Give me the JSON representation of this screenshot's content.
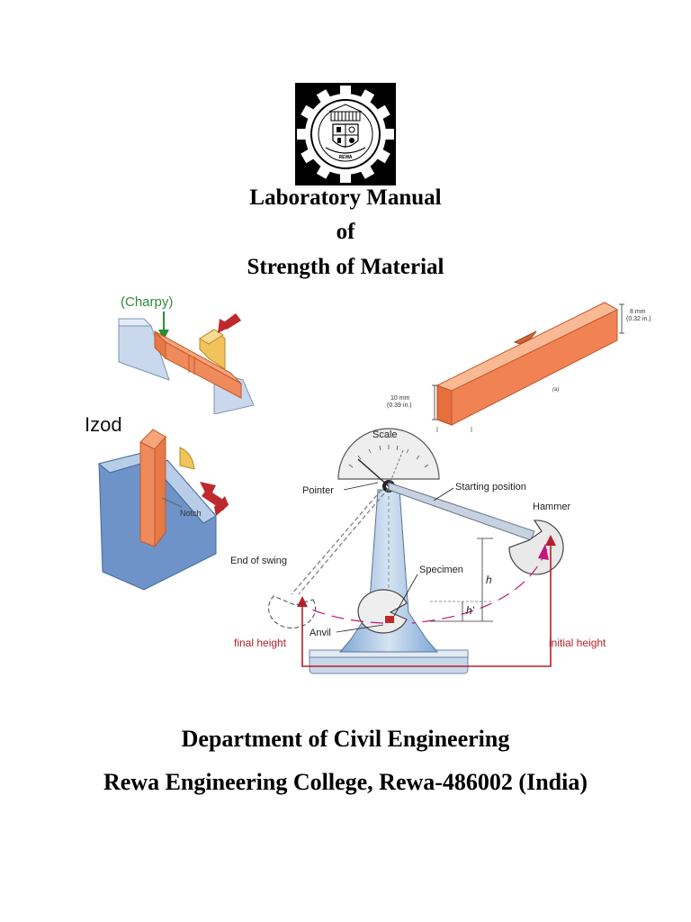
{
  "logo": {
    "ring_text": "REWA"
  },
  "title": {
    "line1": "Laboratory Manual",
    "line2": "of",
    "line3": "Strength of Material"
  },
  "charpy": {
    "label": "(Charpy)"
  },
  "izod": {
    "label": "Izod",
    "notch": "Notch"
  },
  "specimen_bar": {
    "dim_top_a": "8 mm",
    "dim_top_b": "(0.32 in.)",
    "dim_side_a": "10 mm",
    "dim_side_b": "(0.39 in.)",
    "caption": "(a)"
  },
  "pendulum": {
    "scale": "Scale",
    "pointer": "Pointer",
    "starting_position": "Starting position",
    "hammer": "Hammer",
    "end_of_swing": "End of swing",
    "specimen": "Specimen",
    "anvil": "Anvil",
    "h": "h",
    "h_prime": "h'",
    "final_height": "final height",
    "initial_height": "initial height"
  },
  "footer": {
    "department": "Department of Civil Engineering",
    "college": "Rewa Engineering College, Rewa-486002 (India)"
  }
}
